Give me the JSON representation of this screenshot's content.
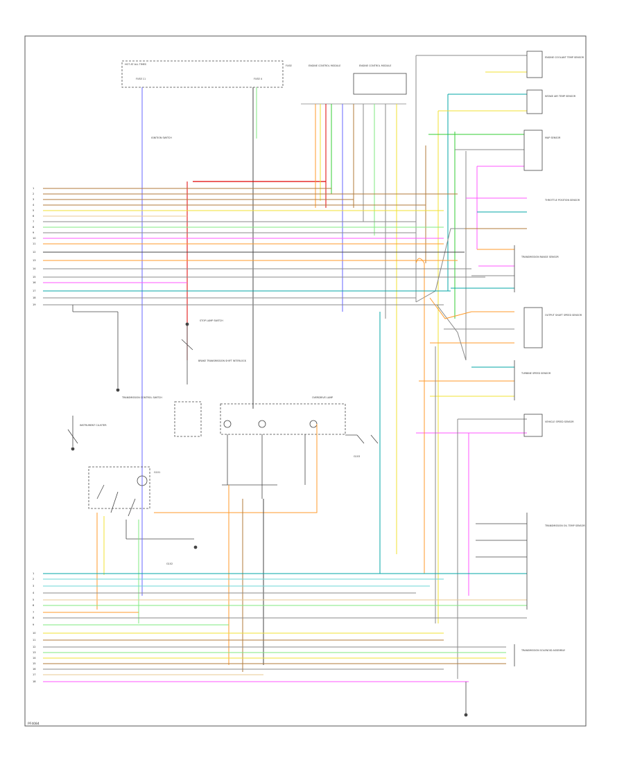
{
  "colors": {
    "frame": "#555555",
    "box": "#444444",
    "ink": "#333333",
    "wire_dark": "#444444",
    "wire_grey": "#888888",
    "wire_red": "#e00000",
    "wire_orange": "#ff9a28",
    "wire_yellow": "#f2e030",
    "wire_green": "#33cc33",
    "wire_lightgreen": "#7fea7f",
    "wire_teal": "#00a6a6",
    "wire_lightteal": "#6ad6d6",
    "wire_blue": "#6666ff",
    "wire_pink": "#ff55ff",
    "wire_brown": "#b07a3a",
    "wire_tan": "#e8c890"
  },
  "top": {
    "hot_box": "HOT AT ALL TIMES",
    "fuse_label": "FUSE",
    "fuse_a": "FUSE 11",
    "fuse_b": "FUSE 4",
    "ctrl_a": "ENGINE CONTROL MODULE",
    "ctrl_b": "ENGINE CONTROL MODULE"
  },
  "components": {
    "c01": "IGNITION SWITCH",
    "c02": "ENGINE COOLANT TEMP SENSOR",
    "c03": "INTAKE AIR TEMP SENSOR",
    "c04": "MAP SENSOR",
    "c05": "THROTTLE POSITION SENSOR",
    "c06": "TRANSMISSION RANGE SENSOR",
    "c07": "OUTPUT SHAFT SPEED SENSOR",
    "c08": "TURBINE SPEED SENSOR",
    "c09": "VEHICLE SPEED SENSOR",
    "c10": "TRANSMISSION OIL TEMP SENSOR",
    "c11": "STOP LAMP SWITCH",
    "c12": "BRAKE TRANSMISSION SHIFT INTERLOCK",
    "c13": "TRANSMISSION CONTROL SWITCH",
    "c14": "INSTRUMENT CLUSTER",
    "c15": "OVERDRIVE LAMP",
    "c16": "TRANSMISSION SOLENOID ASSEMBLY",
    "c17": "G101",
    "c18": "G102",
    "c19": "G103"
  },
  "footer": {
    "code": "PF4084"
  }
}
